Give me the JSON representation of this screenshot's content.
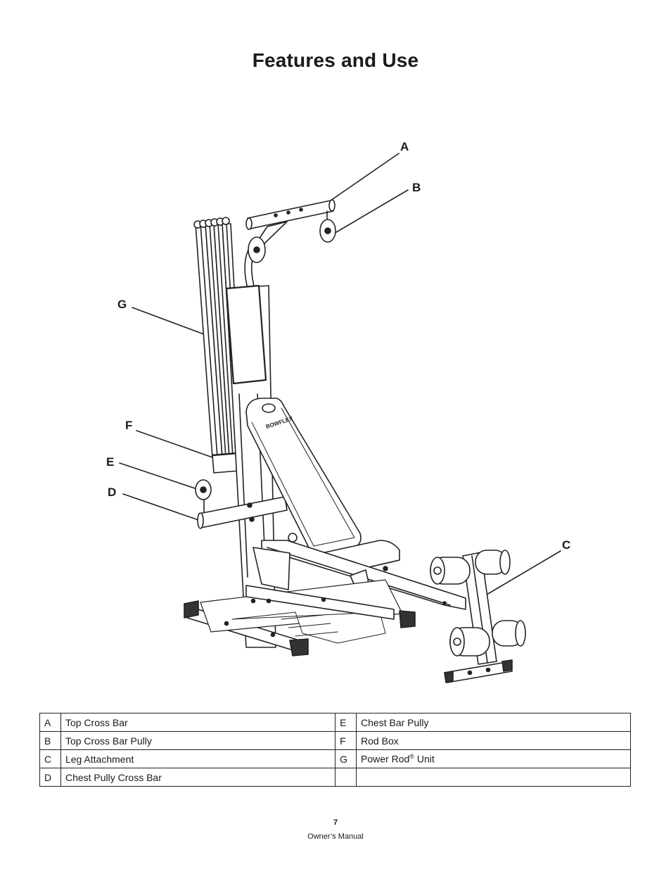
{
  "page": {
    "title": "Features and Use",
    "page_number": "7",
    "footer": "Owner’s Manual"
  },
  "diagram": {
    "callouts": [
      "A",
      "B",
      "C",
      "D",
      "E",
      "F",
      "G"
    ],
    "brand_mark": "BOWFLEX"
  },
  "legend": {
    "rows": [
      {
        "left_key": "A",
        "left_label": "Top Cross Bar",
        "right_key": "E",
        "right_label": "Chest Bar Pully"
      },
      {
        "left_key": "B",
        "left_label": "Top Cross Bar Pully",
        "right_key": "F",
        "right_label": "Rod Box"
      },
      {
        "left_key": "C",
        "left_label": "Leg Attachment",
        "right_key": "G",
        "right_label": "Power Rod",
        "right_sup": "®",
        "right_suffix": " Unit"
      },
      {
        "left_key": "D",
        "left_label": "Chest Pully Cross Bar",
        "right_key": "",
        "right_label": ""
      }
    ]
  }
}
